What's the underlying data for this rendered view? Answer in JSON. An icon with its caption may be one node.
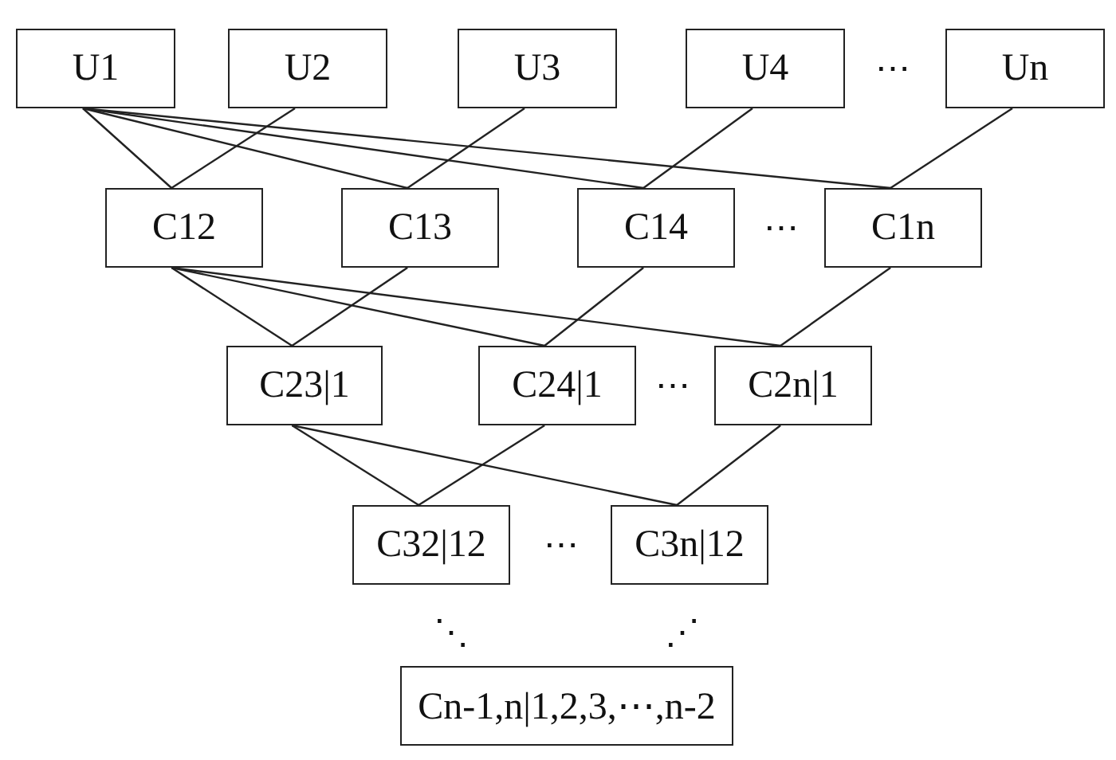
{
  "diagram": {
    "nodes": [
      {
        "text": [
          "U1"
        ]
      },
      {
        "text": [
          "U2"
        ]
      },
      {
        "text": [
          "U3"
        ]
      },
      {
        "text": [
          "U4"
        ]
      },
      {
        "text": [
          "Un"
        ]
      },
      {
        "text": [
          "C12"
        ]
      },
      {
        "text": [
          "C13"
        ]
      },
      {
        "text": [
          "C14"
        ]
      },
      {
        "text": [
          "C1n"
        ]
      },
      {
        "text": [
          "C23|1"
        ]
      },
      {
        "text": [
          "C24|1"
        ]
      },
      {
        "text": [
          "C2n|1"
        ]
      },
      {
        "text": [
          "C32|12"
        ]
      },
      {
        "text": [
          "C3n|12"
        ]
      },
      {
        "text": [
          "Cn-1,n|1,2,3,⋯,n-2"
        ]
      }
    ],
    "edges": [
      {
        "from": 0,
        "to": 5,
        "arrow": "none"
      },
      {
        "from": 0,
        "to": 6,
        "arrow": "none"
      },
      {
        "from": 0,
        "to": 7,
        "arrow": "none"
      },
      {
        "from": 0,
        "to": 8,
        "arrow": "none"
      },
      {
        "from": 1,
        "to": 5,
        "arrow": "none"
      },
      {
        "from": 2,
        "to": 6,
        "arrow": "none"
      },
      {
        "from": 3,
        "to": 7,
        "arrow": "none"
      },
      {
        "from": 4,
        "to": 8,
        "arrow": "none"
      },
      {
        "from": 5,
        "to": 9,
        "arrow": "none"
      },
      {
        "from": 5,
        "to": 10,
        "arrow": "none"
      },
      {
        "from": 5,
        "to": 11,
        "arrow": "none"
      },
      {
        "from": 6,
        "to": 9,
        "arrow": "none"
      },
      {
        "from": 7,
        "to": 10,
        "arrow": "none"
      },
      {
        "from": 8,
        "to": 11,
        "arrow": "none"
      },
      {
        "from": 9,
        "to": 12,
        "arrow": "none"
      },
      {
        "from": 9,
        "to": 13,
        "arrow": "none"
      },
      {
        "from": 10,
        "to": 12,
        "arrow": "none"
      },
      {
        "from": 11,
        "to": 13,
        "arrow": "none"
      }
    ],
    "labels": [
      "⋯",
      "⋯",
      "⋯",
      "⋯",
      "⋱",
      "⋰"
    ]
  }
}
